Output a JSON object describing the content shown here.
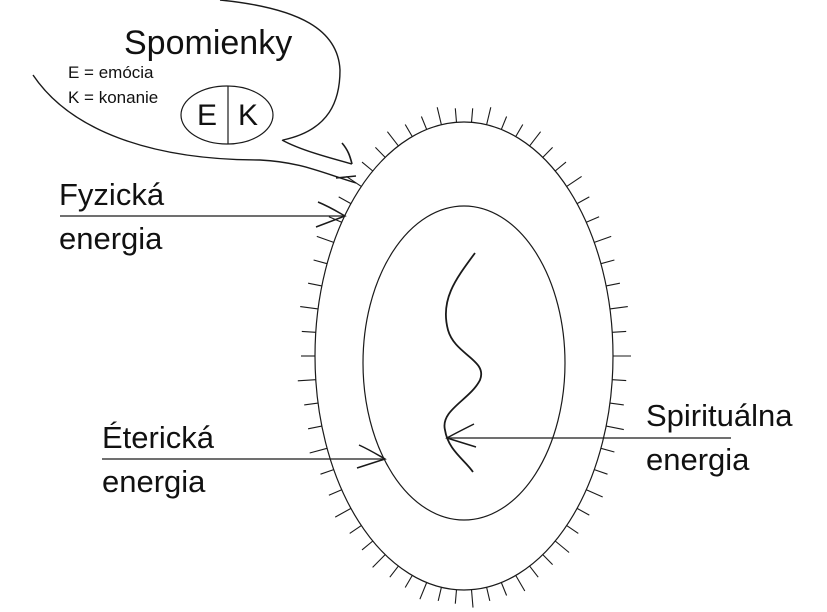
{
  "diagram": {
    "memories": {
      "title": "Spomienky",
      "legend": [
        "E = emócia",
        "K = konanie"
      ],
      "cell_left": "E",
      "cell_right": "K"
    },
    "labels": {
      "physical": [
        "Fyzická",
        "energia"
      ],
      "etheric": [
        "Éterická",
        "energia"
      ],
      "spiritual": [
        "Spirituálna",
        "energia"
      ]
    },
    "colors": {
      "stroke": "#1a1a1a",
      "background": "#ffffff"
    }
  }
}
